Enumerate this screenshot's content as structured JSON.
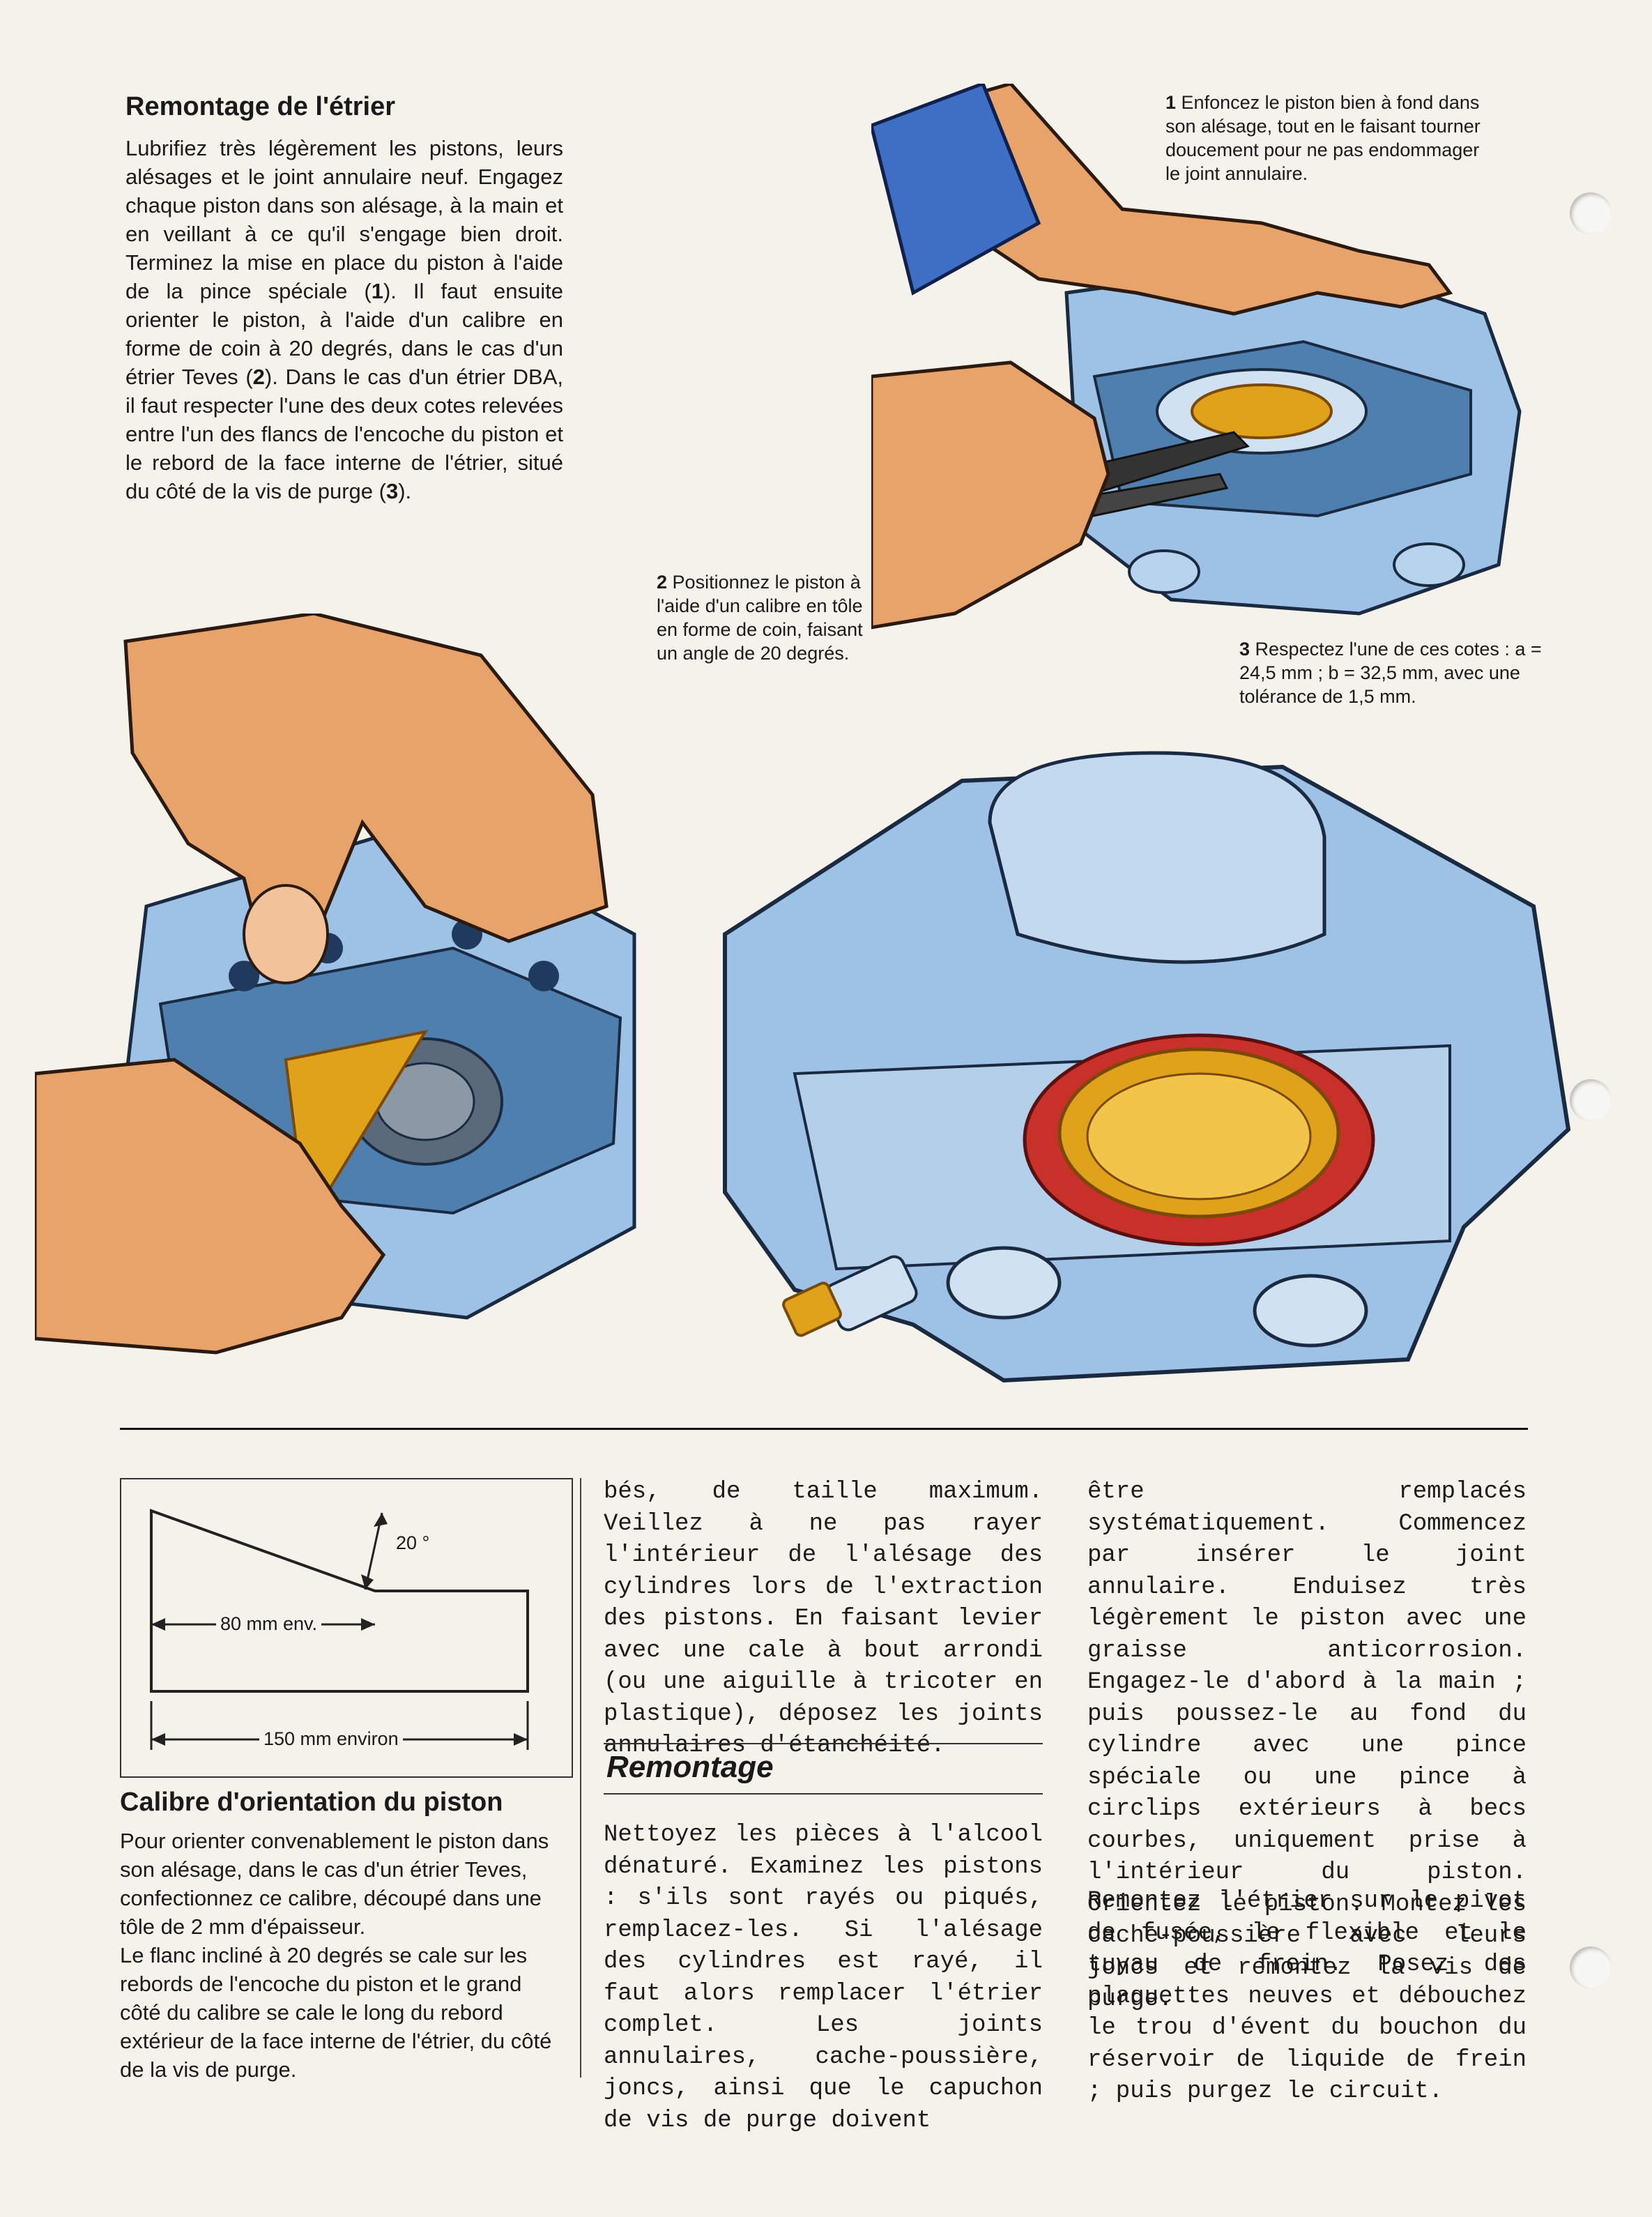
{
  "section1": {
    "title": "Remontage de l'étrier",
    "paragraph": [
      {
        "text": "Lubrifiez très légèrement les pistons, leurs alésages et le joint annulaire neuf. Engagez chaque piston dans son alésage, à la main et en veillant à ce qu'il s'engage bien droit. Terminez la mise en place du piston à l'aide de la pince spéciale ("
      },
      {
        "num": "1"
      },
      {
        "text": "). Il faut ensuite orienter le piston, à l'aide d'un calibre en forme de coin à 20 degrés, dans le cas d'un étrier Teves ("
      },
      {
        "num": "2"
      },
      {
        "text": "). Dans le cas d'un étrier DBA, il faut respecter l'une des deux cotes relevées entre l'un des flancs de l'encoche du piston et le rebord de la face interne de l'étrier, situé du côté de la vis de purge ("
      },
      {
        "num": "3"
      },
      {
        "text": ")."
      }
    ]
  },
  "captions": {
    "c1": {
      "num": "1",
      "text": "Enfoncez le piston bien à fond dans son alésage, tout en le faisant tourner doucement pour ne pas endommager le joint annulaire."
    },
    "c2": {
      "num": "2",
      "text": "Positionnez le piston à l'aide d'un calibre en tôle en forme de coin, faisant un angle de 20 degrés."
    },
    "c3": {
      "num": "3",
      "text": "Respectez l'une de ces cotes : a = 24,5 mm ; b = 32,5 mm, avec une tolérance de 1,5 mm."
    }
  },
  "diagram": {
    "angle_label": "20 °",
    "width1_label": "80 mm env.",
    "width2_label": "150 mm environ"
  },
  "calibre": {
    "title": "Calibre d'orientation du piston",
    "p1": "Pour orienter convenablement le piston dans son alésage, dans le cas d'un étrier Teves, confectionnez ce calibre, découpé dans une tôle de 2 mm d'épaisseur.",
    "p2": "Le flanc incliné à 20 degrés se cale sur les rebords de l'encoche du piston et le grand côté du calibre se cale le long du rebord extérieur de la face interne de l'étrier, du côté de la vis de purge."
  },
  "column2": {
    "p1": "bés, de taille maximum. Veillez à ne pas rayer l'intérieur de l'alésage des cylindres lors de l'extraction des pistons. En faisant levier avec une cale à bout arrondi (ou une aiguille à tricoter en plastique), déposez les joints annulaires d'étanchéité.",
    "heading": "Remontage",
    "p2": "Nettoyez les pièces à l'alcool dénaturé. Examinez les pistons : s'ils sont rayés ou piqués, remplacez-les. Si l'alésage des cylindres est rayé, il faut alors remplacer l'étrier complet. Les joints annulaires, cache-poussière, joncs, ainsi que le capuchon de vis de purge doivent"
  },
  "column3": {
    "p1": "être remplacés systématiquement. Commencez par insérer le joint annulaire. Enduisez très légèrement le piston avec une graisse anticorrosion. Engagez-le d'abord à la main ; puis poussez-le au fond du cylindre avec une pince spéciale ou une pince à circlips extérieurs à becs courbes, uniquement prise à l'intérieur du piston. Orientez le piston. Montez les cache-poussière avec leurs joncs et remontez la vis de purge.",
    "p2": "Remontez l'étrier sur le pivot de fusée, le flexible et le tuyau de frein. Posez des plaquettes neuves et débouchez le trou d'évent du bouchon du réservoir de liquide de frein ; puis purgez le circuit."
  },
  "colors": {
    "background": "#f4f2ea",
    "metal": "#9ec2e6",
    "metal_dark": "#4f7faf",
    "skin": "#e8a36b",
    "sleeve": "#3f6fc4",
    "gold": "#e0a21a",
    "seal": "#c8302a"
  }
}
